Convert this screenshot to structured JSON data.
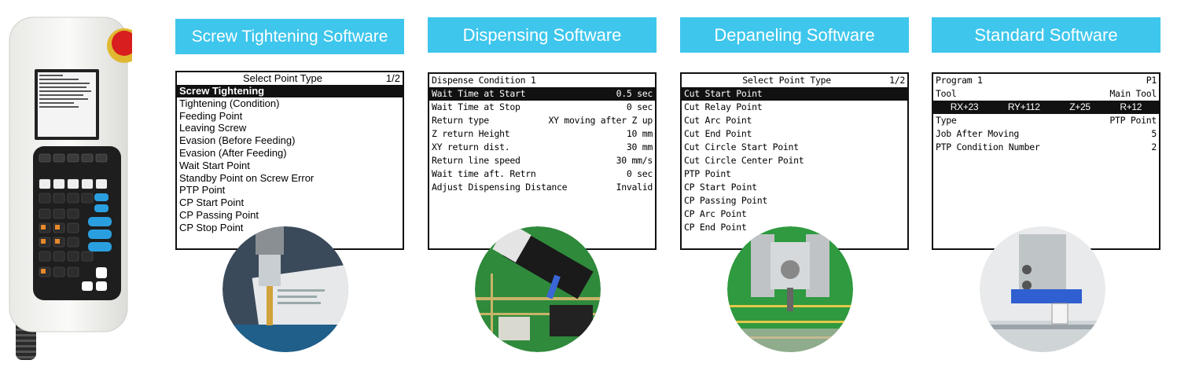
{
  "screens": [
    {
      "header": "Screw Tightening Software",
      "title": "Select Point Type",
      "page": "1/2",
      "items": [
        "Screw Tightening",
        "Tightening (Condition)",
        "Feeding Point",
        "Leaving Screw",
        "Evasion (Before Feeding)",
        "Evasion (After Feeding)",
        "Wait Start Point",
        "Standby Point on Screw Error",
        "PTP Point",
        "CP Start Point",
        "CP Passing Point",
        "CP Stop Point"
      ]
    },
    {
      "header": "Dispensing Software",
      "title": "Dispense Condition 1",
      "rows": [
        {
          "label": "Wait Time at Start",
          "value": "0.5 sec"
        },
        {
          "label": "Wait Time at Stop",
          "value": "0 sec"
        },
        {
          "label": "Return type",
          "value": "XY moving after Z up"
        },
        {
          "label": "Z return Height",
          "value": "10 mm"
        },
        {
          "label": "XY return dist.",
          "value": "30 mm"
        },
        {
          "label": "Return line speed",
          "value": "30 mm/s"
        },
        {
          "label": "Wait time aft. Retrn",
          "value": "0 sec"
        },
        {
          "label": "Adjust Dispensing Distance",
          "value": "Invalid"
        }
      ]
    },
    {
      "header": "Depaneling Software",
      "title": "Select Point Type",
      "page": "1/2",
      "items": [
        "Cut Start Point",
        "Cut Relay Point",
        "Cut Arc Point",
        "Cut End Point",
        "Cut Circle Start Point",
        "Cut Circle Center Point",
        "PTP Point",
        "CP Start Point",
        "CP Passing Point",
        "CP Arc Point",
        "CP End Point"
      ]
    },
    {
      "header": "Standard Software",
      "program": "Program 1",
      "program_value": "P1",
      "tool": "Tool",
      "tool_value": "Main Tool",
      "coords": [
        "RX+23",
        "RY+112",
        "Z+25",
        "R+12"
      ],
      "rows": [
        {
          "label": "Type",
          "value": "PTP Point"
        },
        {
          "label": "Job After Moving",
          "value": "5"
        },
        {
          "label": "PTP Condition Number",
          "value": "2"
        }
      ]
    }
  ],
  "colors": {
    "header_bg": "#3ec6ec",
    "header_text": "#ffffff",
    "pendant_body": "#f4f4f2",
    "emergency": "#d81e1e"
  }
}
